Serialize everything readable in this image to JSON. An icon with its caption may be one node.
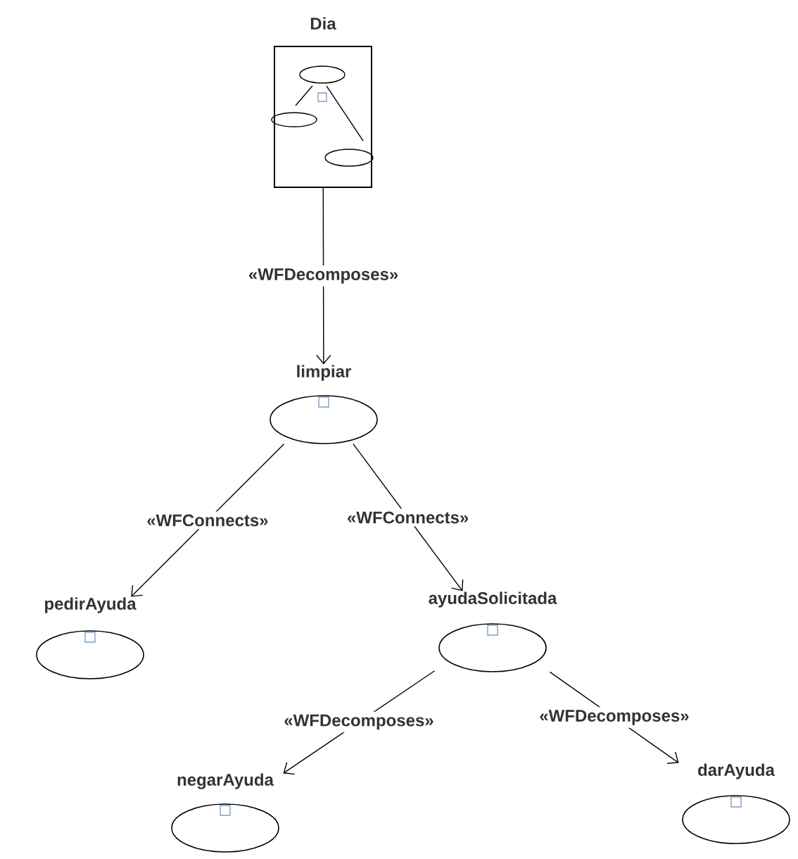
{
  "diagram": {
    "nodes": [
      {
        "text": [
          "Dia"
        ]
      },
      {
        "text": [
          "limpiar"
        ]
      },
      {
        "text": [
          "pedirAyuda"
        ]
      },
      {
        "text": [
          "ayudaSolicitada"
        ]
      },
      {
        "text": [
          "negarAyuda"
        ]
      },
      {
        "text": [
          "darAyuda"
        ]
      }
    ],
    "edges": [
      {
        "from": 0,
        "to": 1,
        "arrow": "to",
        "label": "«WFDecomposes»"
      },
      {
        "from": 1,
        "to": 2,
        "arrow": "to",
        "label": "«WFConnects»"
      },
      {
        "from": 1,
        "to": 3,
        "arrow": "to",
        "label": "«WFConnects»"
      },
      {
        "from": 3,
        "to": 4,
        "arrow": "to",
        "label": "«WFDecomposes»"
      },
      {
        "from": 3,
        "to": 5,
        "arrow": "to",
        "label": "«WFDecomposes»"
      }
    ]
  }
}
